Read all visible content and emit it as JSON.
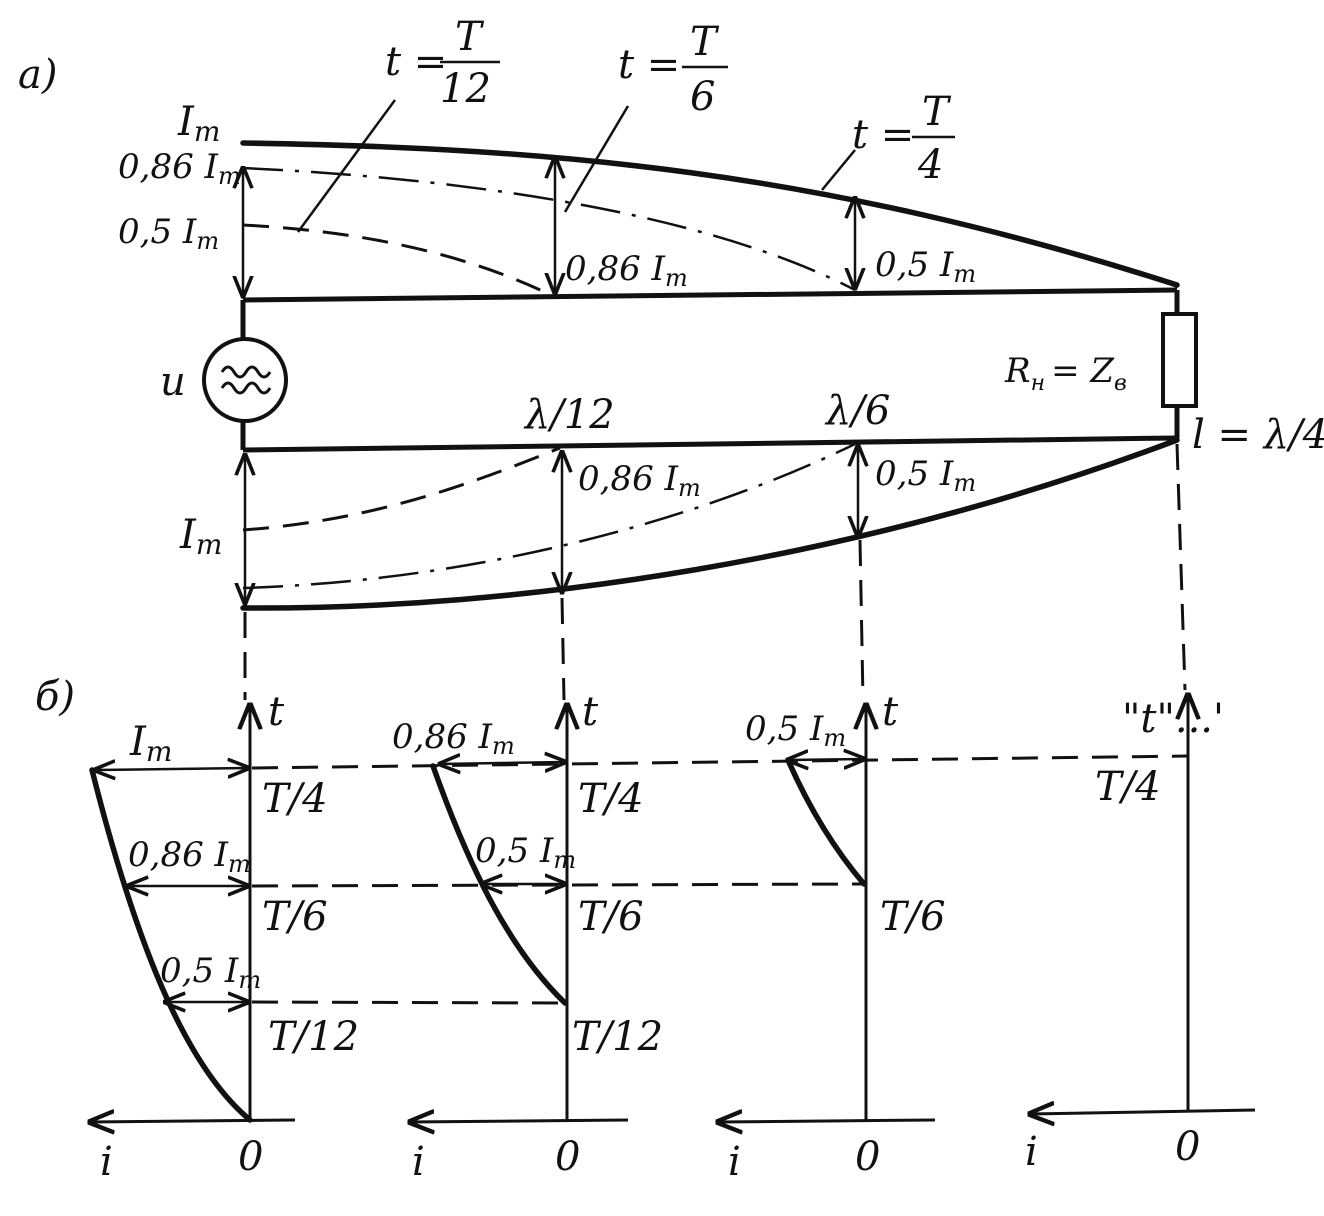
{
  "panel_a": {
    "label": "а)",
    "time_labels": {
      "t12": {
        "prefix": "t =",
        "num": "T",
        "den": "12"
      },
      "t6": {
        "prefix": "t =",
        "num": "T",
        "den": "6"
      },
      "t4": {
        "prefix": "t =",
        "num": "T",
        "den": "4"
      }
    },
    "upper_left_labels": [
      "I",
      "0,86 I",
      "0,5 I"
    ],
    "upper_mid_labels": [
      "0,86 I",
      "0,5 I"
    ],
    "source_label": "u",
    "load_label": "R",
    "load_sub": "н",
    "load_eq": "= Z",
    "load_sub2": "в",
    "line_length": "l = λ/4",
    "position_labels": [
      "λ/12",
      "λ/6"
    ],
    "lower_mid_labels": [
      "0,86 I",
      "0,5 I"
    ],
    "lower_left_label": "I",
    "subscript_m": "m"
  },
  "panel_b": {
    "label": "б)",
    "axis_time": "t",
    "axis_current": "i",
    "origin": "0",
    "tick_labels": [
      "T/4",
      "T/6",
      "T/12"
    ],
    "plot1_labels": [
      "I",
      "0,86 I",
      "0,5 I"
    ],
    "plot2_labels": [
      "0,86 I",
      "0,5 I"
    ],
    "plot3_labels": [
      "0,5 I"
    ],
    "plot4_axis": "\"t\"...'"
  }
}
